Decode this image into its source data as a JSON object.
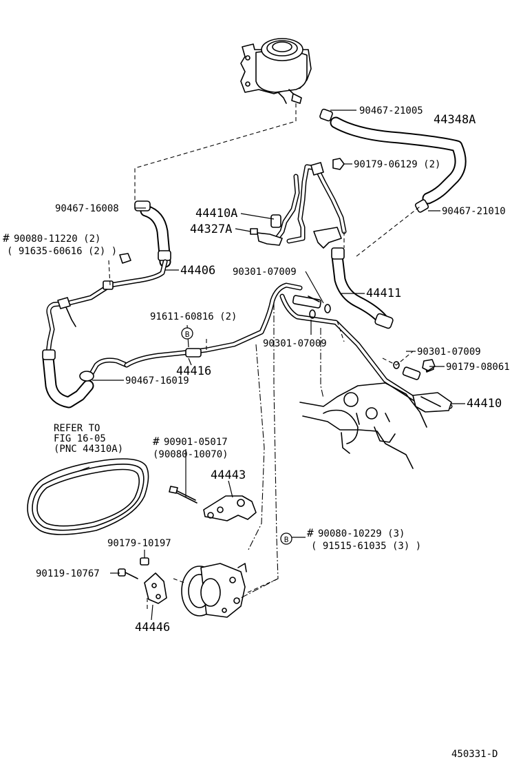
{
  "labels": {
    "clamp_top": "90467-21005",
    "hose_return": "44348A",
    "bolt_top": "90179-06129 (2)",
    "clamp_left_top": "90467-16008",
    "clamp_right": "90467-21010",
    "union_bolt": "44410A",
    "gasket_a": "44327A",
    "bolt_left_a": "90080-11220 (2)",
    "bolt_left_b": "( 91635-60616 (2) )",
    "hose_left": "44406",
    "gasket_mid": "90301-07009",
    "hose_pressure": "44411",
    "bolt_mid": "91611-60816 (2)",
    "gasket_lower": "90301-07009",
    "gasket_right": "90301-07009",
    "nut_right": "90179-08061",
    "pipe_center": "44416",
    "clamp_left_bottom": "90467-16019",
    "pipe_right": "44410",
    "refer_1": "REFER TO",
    "refer_2": "FIG 16-05",
    "refer_3": "(PNC 44310A)",
    "bolt_upper_a": "90901-05017",
    "bolt_upper_b": "(90080-10070)",
    "bracket": "44443",
    "bolt_lower_a": "90080-10229 (3)",
    "bolt_lower_b": "( 91515-61035 (3) )",
    "nut_lower": "90179-10197",
    "bolt_lower_left": "90119-10767",
    "bracket_lower": "44446",
    "marker_b": "B",
    "hash": "#",
    "figure_id": "450331-D"
  }
}
